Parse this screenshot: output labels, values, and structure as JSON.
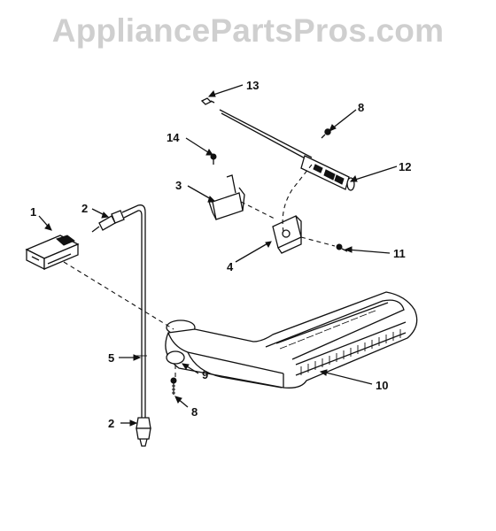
{
  "watermark": "AppliancePartsPros.com",
  "callouts": {
    "c1": "1",
    "c2a": "2",
    "c2b": "2",
    "c3": "3",
    "c4": "4",
    "c5": "5",
    "c8a": "8",
    "c8b": "8",
    "c9": "9",
    "c10": "10",
    "c11": "11",
    "c12": "12",
    "c13": "13",
    "c14": "14"
  }
}
